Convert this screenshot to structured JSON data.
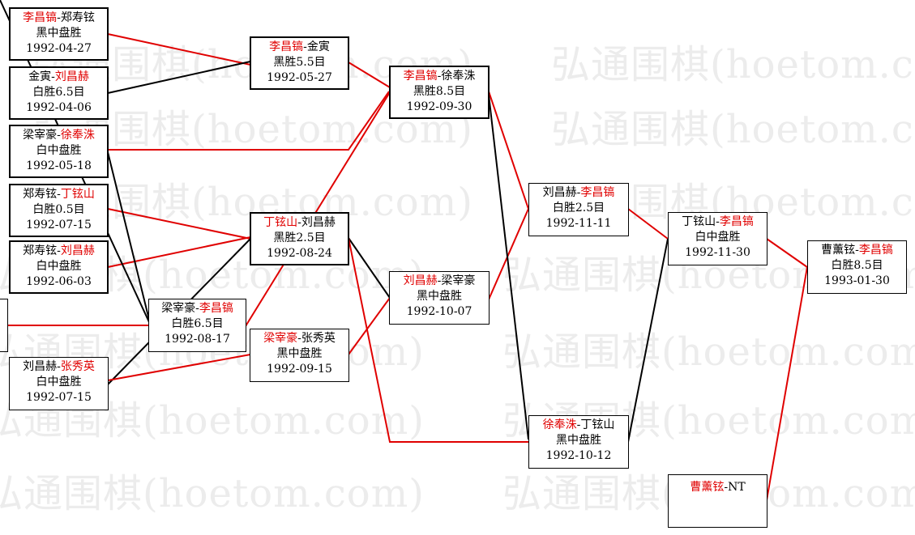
{
  "watermark": "弘通围棋(hoetom.com)",
  "colors": {
    "winner": "#e00000",
    "line_win": "#e00000",
    "line_plain": "#000000"
  },
  "matches": {
    "m1": {
      "p1": "李昌镐",
      "sep": "-",
      "p2": "郑寿铉",
      "result": "黑中盘胜",
      "date": "1992-04-27"
    },
    "m2": {
      "p1": "金寅",
      "sep": "-",
      "p2": "刘昌赫",
      "result": "白胜6.5目",
      "date": "1992-04-06"
    },
    "m3": {
      "p1": "梁宰豪",
      "sep": "-",
      "p2": "徐奉洙",
      "result": "白中盘胜",
      "date": "1992-05-18"
    },
    "m4": {
      "p1": "郑寿铉",
      "sep": "-",
      "p2": "丁铉山",
      "result": "白胜0.5目",
      "date": "1992-07-15"
    },
    "m5": {
      "p1": "郑寿铉",
      "sep": "-",
      "p2": "刘昌赫",
      "result": "白中盘胜",
      "date": "1992-06-03"
    },
    "m6": {
      "p1": "刘昌赫",
      "sep": "-",
      "p2": "张秀英",
      "result": "白中盘胜",
      "date": "1992-07-15"
    },
    "m7": {
      "p1": "李昌镐",
      "sep": "-",
      "p2": "金寅",
      "result": "黑胜5.5目",
      "date": "1992-05-27"
    },
    "m8": {
      "p1": "丁铉山",
      "sep": "-",
      "p2": "刘昌赫",
      "result": "黑胜2.5目",
      "date": "1992-08-24"
    },
    "m9": {
      "p1": "梁宰豪",
      "sep": "-",
      "p2": "李昌镐",
      "result": "白胜6.5目",
      "date": "1992-08-17"
    },
    "m10": {
      "p1": "梁宰豪",
      "sep": "-",
      "p2": "张秀英",
      "result": "黑中盘胜",
      "date": "1992-09-15"
    },
    "m11": {
      "p1": "李昌镐",
      "sep": "-",
      "p2": "徐奉洙",
      "result": "黑胜8.5目",
      "date": "1992-09-30"
    },
    "m12": {
      "p1": "刘昌赫",
      "sep": "-",
      "p2": "梁宰豪",
      "result": "黑中盘胜",
      "date": "1992-10-07"
    },
    "m13": {
      "p1": "刘昌赫",
      "sep": "-",
      "p2": "李昌镐",
      "result": "白胜2.5目",
      "date": "1992-11-11"
    },
    "m14": {
      "p1": "徐奉洙",
      "sep": "-",
      "p2": "丁铉山",
      "result": "黑中盘胜",
      "date": "1992-10-12"
    },
    "m15": {
      "p1": "丁铉山",
      "sep": "-",
      "p2": "李昌镐",
      "result": "白中盘胜",
      "date": "1992-11-30"
    },
    "m16": {
      "p1": "曹薰铉",
      "sep": "-",
      "p2": "李昌镐",
      "result": "白胜8.5目",
      "date": "1993-01-30"
    },
    "m17": {
      "p1": "曹薰铉",
      "sep": "-",
      "p2": "NT"
    }
  }
}
